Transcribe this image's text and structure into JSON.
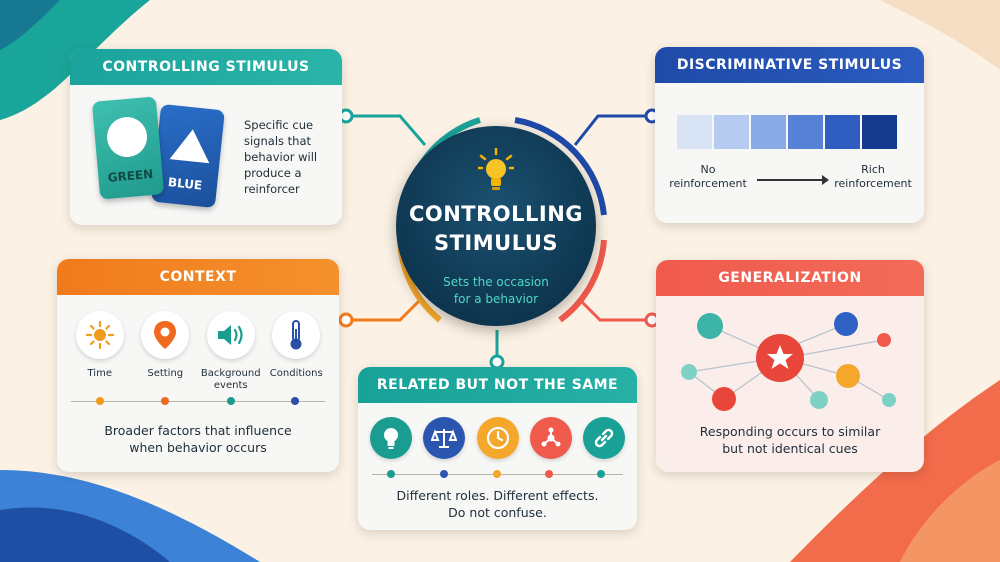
{
  "center": {
    "title_line1": "CONTROLLING",
    "title_line2": "STIMULUS",
    "subtitle_line1": "Sets the occasion",
    "subtitle_line2": "for a behavior"
  },
  "controlling_stimulus": {
    "header": "CONTROLLING STIMULUS",
    "card_green_label": "GREEN",
    "card_blue_label": "BLUE",
    "description": "Specific cue signals that behavior will produce a reinforcer"
  },
  "discriminative_stimulus": {
    "header": "DISCRIMINATIVE STIMULUS",
    "gradient_colors": [
      "#d8e3f6",
      "#b6cbef",
      "#8aaae5",
      "#5882d5",
      "#2f5dc0",
      "#143a8e"
    ],
    "left_label_line1": "No",
    "left_label_line2": "reinforcement",
    "right_label_line1": "Rich",
    "right_label_line2": "reinforcement"
  },
  "context": {
    "header": "CONTEXT",
    "items": [
      {
        "label_line1": "Time",
        "label_line2": "",
        "icon": "sun-icon",
        "color": "#f29a1c"
      },
      {
        "label_line1": "Setting",
        "label_line2": "",
        "icon": "location-pin-icon",
        "color": "#ef6a1f"
      },
      {
        "label_line1": "Background",
        "label_line2": "events",
        "icon": "speaker-icon",
        "color": "#1a9c8e"
      },
      {
        "label_line1": "Conditions",
        "label_line2": "",
        "icon": "thermometer-icon",
        "color": "#2a4fa6"
      }
    ],
    "description_line1": "Broader factors that influence",
    "description_line2": "when behavior occurs"
  },
  "related": {
    "header": "RELATED BUT NOT THE SAME",
    "icons": [
      {
        "name": "lightbulb-icon",
        "color": "#1b9c91"
      },
      {
        "name": "scales-icon",
        "color": "#2a56b0"
      },
      {
        "name": "clock-icon",
        "color": "#f4a72a"
      },
      {
        "name": "network-icon",
        "color": "#ef5a4c"
      },
      {
        "name": "link-icon",
        "color": "#1aa197"
      }
    ],
    "description_line1": "Different roles. Different effects.",
    "description_line2": "Do not confuse."
  },
  "generalization": {
    "header": "GENERALIZATION",
    "description_line1": "Responding occurs to similar",
    "description_line2": "but not identical cues"
  }
}
